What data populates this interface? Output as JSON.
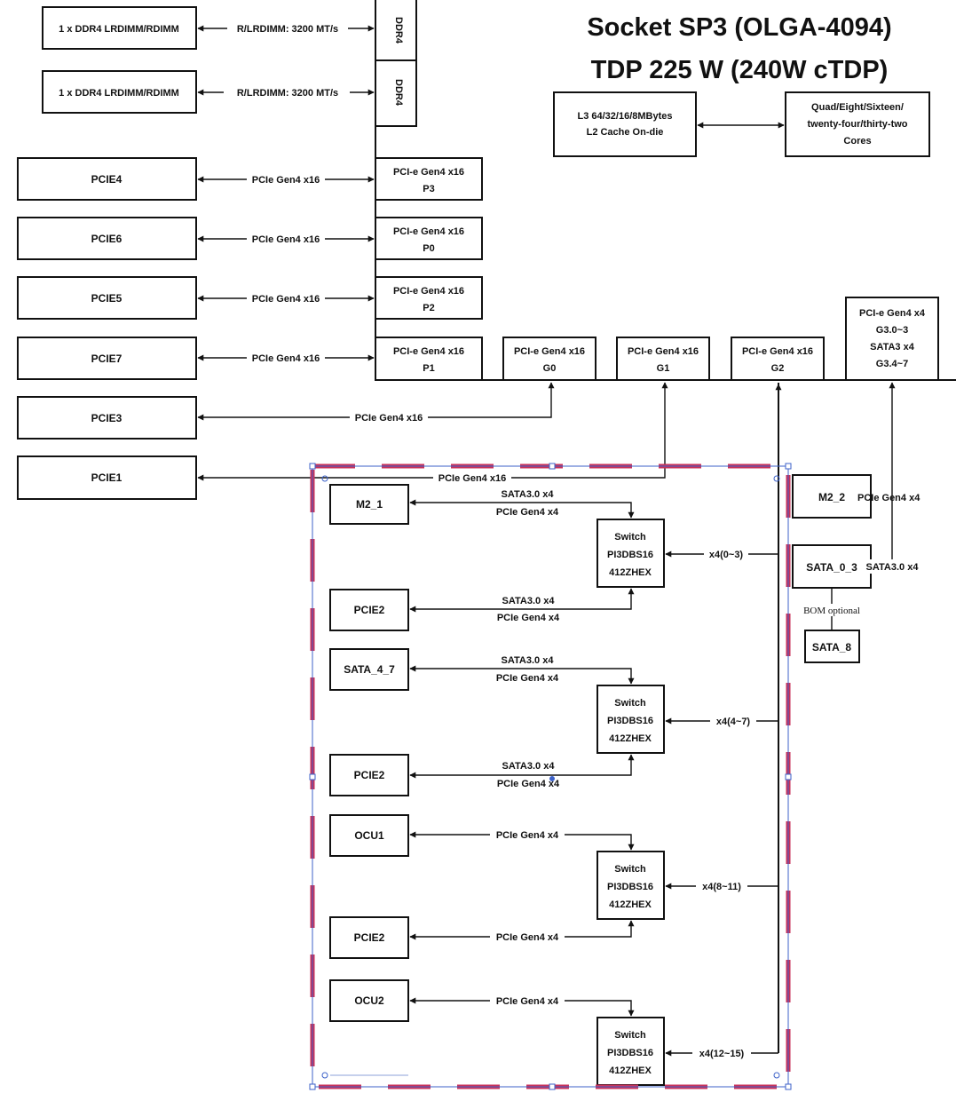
{
  "title": {
    "line1": "Socket SP3 (OLGA-4094)",
    "line2": "TDP 225 W (240W cTDP)"
  },
  "cache": {
    "line1": "L3 64/32/16/8MBytes",
    "line2": "L2 Cache On-die"
  },
  "cores": {
    "line1": "Quad/Eight/Sixteen/",
    "line2": "twenty-four/thirty-two",
    "line3": "Cores"
  },
  "dimm": {
    "box_label": "1 x DDR4 LRDIMM/RDIMM",
    "link_label": "R/LRDIMM: 3200 MT/s",
    "port_label": "DDR4"
  },
  "slots": {
    "pcie4": "PCIE4",
    "pcie6": "PCIE6",
    "pcie5": "PCIE5",
    "pcie7": "PCIE7",
    "pcie3": "PCIE3",
    "pcie1": "PCIE1"
  },
  "links": {
    "pcie_gen4_x16": "PCIe Gen4 x16",
    "pcie_gen4_x4": "PCIe Gen4 x4",
    "sata30_x4": "SATA3.0 x4",
    "x4_0_3": "x4(0~3)",
    "x4_4_7": "x4(4~7)",
    "x4_8_11": "x4(8~11)",
    "x4_12_15": "x4(12~15)"
  },
  "cpu_ports": {
    "p3": {
      "line1": "PCI-e Gen4 x16",
      "line2": "P3"
    },
    "p0": {
      "line1": "PCI-e Gen4 x16",
      "line2": "P0"
    },
    "p2": {
      "line1": "PCI-e Gen4 x16",
      "line2": "P2"
    },
    "p1": {
      "line1": "PCI-e Gen4 x16",
      "line2": "P1"
    },
    "g0": {
      "line1": "PCI-e Gen4 x16",
      "line2": "G0"
    },
    "g1": {
      "line1": "PCI-e Gen4 x16",
      "line2": "G1"
    },
    "g2": {
      "line1": "PCI-e Gen4 x16",
      "line2": "G2"
    },
    "g3": {
      "line1": "PCI-e Gen4 x4",
      "line2": "G3.0~3",
      "line3": "SATA3 x4",
      "line4": "G3.4~7"
    }
  },
  "switch": {
    "line1": "Switch",
    "line2": "PI3DBS16",
    "line3": "412ZHEX"
  },
  "devices": {
    "m2_1": "M2_1",
    "pcie2": "PCIE2",
    "sata_4_7": "SATA_4_7",
    "ocu1": "OCU1",
    "ocu2": "OCU2",
    "m2_2": "M2_2",
    "sata_0_3": "SATA_0_3",
    "sata_8": "SATA_8",
    "bom_optional": "BOM optional"
  }
}
